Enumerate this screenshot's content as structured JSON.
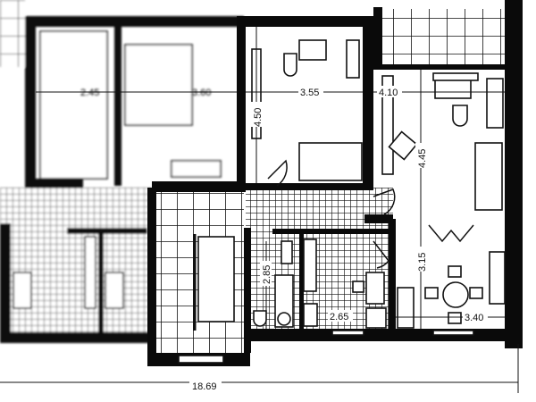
{
  "plan": {
    "rooms": [
      {
        "name": "bedroom-left",
        "width_label": "2.45"
      },
      {
        "name": "bedroom-double",
        "width_label": "3.60"
      },
      {
        "name": "bedroom-middle",
        "width_label": "3.55",
        "depth_label": "4.50"
      },
      {
        "name": "living-room",
        "width_label": "4.10",
        "depth_label": "4.45"
      },
      {
        "name": "bathroom",
        "depth_label": "2.85"
      },
      {
        "name": "kitchen",
        "width_label": "2.65"
      },
      {
        "name": "dining-area",
        "width_label": "3.40",
        "depth_label": "3.15"
      }
    ],
    "total_width_label": "18.69"
  },
  "colors": {
    "wall": "#0a0a0a",
    "paper": "#ffffff"
  }
}
